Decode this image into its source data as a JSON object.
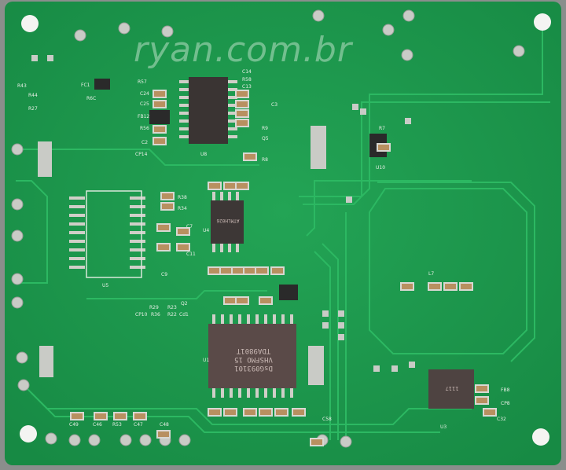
{
  "watermark": "ryan.com.br",
  "colors": {
    "board": "#1f9a4e",
    "trace": "#2bb35c",
    "pad": "#c9cbc6",
    "chip": "#5a4a48",
    "background": "#8a8e8c"
  },
  "chips": {
    "u1": {
      "line1": "TDA9801T",
      "line2": "VHSFMO  15",
      "line3": "DsG093101"
    },
    "u4": {
      "line1": "ATMLH026"
    },
    "u3": {
      "line1": "1117"
    }
  },
  "labels": [
    "R43",
    "R44",
    "R27",
    "FC1",
    "R6C",
    "R57",
    "C24",
    "C25",
    "FB12",
    "R56",
    "C2",
    "CP14",
    "U8",
    "C14",
    "R58",
    "C13",
    "C3",
    "R9",
    "Q5",
    "R8",
    "R7",
    "U10",
    "R38",
    "R34",
    "U4",
    "C7",
    "C11",
    "C9",
    "U5",
    "Q2",
    "R29",
    "R23",
    "CP10",
    "R36",
    "R22",
    "Cd1",
    "U1",
    "C49",
    "C46",
    "R53",
    "C47",
    "C48",
    "C58",
    "FB8",
    "CP8",
    "C32",
    "U3",
    "L7"
  ]
}
